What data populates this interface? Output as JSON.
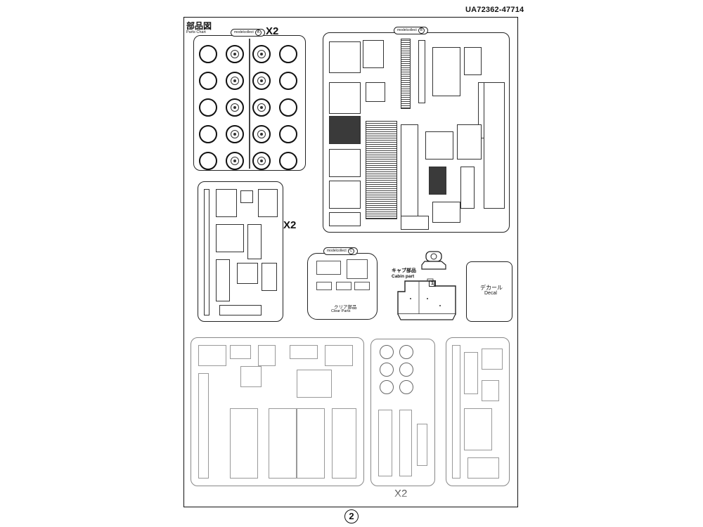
{
  "header": {
    "code": "UA72362-47714",
    "title_jp": "部品図",
    "title_en": "Parts Chart"
  },
  "sprues": {
    "count_a": "X2",
    "count_b": "X2",
    "count_c": "X2",
    "brand_tag": "modelcollect",
    "clear_jp": "クリア部品",
    "clear_en": "Clear Parts",
    "cabin_jp": "キャブ部品",
    "cabin_en": "Cabin part",
    "cabin_index": "1",
    "decal_jp": "デカール",
    "decal_en": "Decal"
  },
  "footer": {
    "page_number": "2"
  }
}
